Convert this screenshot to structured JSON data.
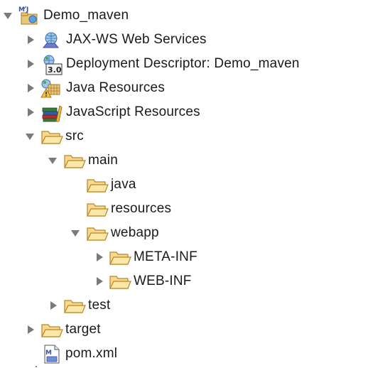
{
  "tree": {
    "root": {
      "label": "Demo_maven",
      "expanded": true
    },
    "jaxws": {
      "label": "JAX-WS Web Services",
      "expanded": false
    },
    "deployment": {
      "label": "Deployment Descriptor: Demo_maven",
      "expanded": false,
      "badge": "3.0"
    },
    "java_resources": {
      "label": "Java Resources",
      "expanded": false
    },
    "javascript_resources": {
      "label": "JavaScript Resources",
      "expanded": false
    },
    "src": {
      "label": "src",
      "expanded": true
    },
    "main": {
      "label": "main",
      "expanded": true
    },
    "java": {
      "label": "java"
    },
    "resources": {
      "label": "resources"
    },
    "webapp": {
      "label": "webapp",
      "expanded": true
    },
    "meta_inf": {
      "label": "META-INF",
      "expanded": false
    },
    "web_inf": {
      "label": "WEB-INF",
      "expanded": false
    },
    "test": {
      "label": "test",
      "expanded": false
    },
    "target": {
      "label": "target",
      "expanded": false
    },
    "pom": {
      "label": "pom.xml"
    }
  },
  "icons": {
    "project": "maven-web-project-icon",
    "webservices": "web-services-icon",
    "descriptor": "deployment-descriptor-icon",
    "java_resources": "java-resources-icon",
    "js_resources": "javascript-resources-icon",
    "folder": "folder-open-icon",
    "pom": "maven-pom-file-icon"
  },
  "colors": {
    "folder_fill": "#f6d98a",
    "folder_stroke": "#b8862b",
    "twisty": "#7a7a7a",
    "text": "#1a1a1a"
  }
}
